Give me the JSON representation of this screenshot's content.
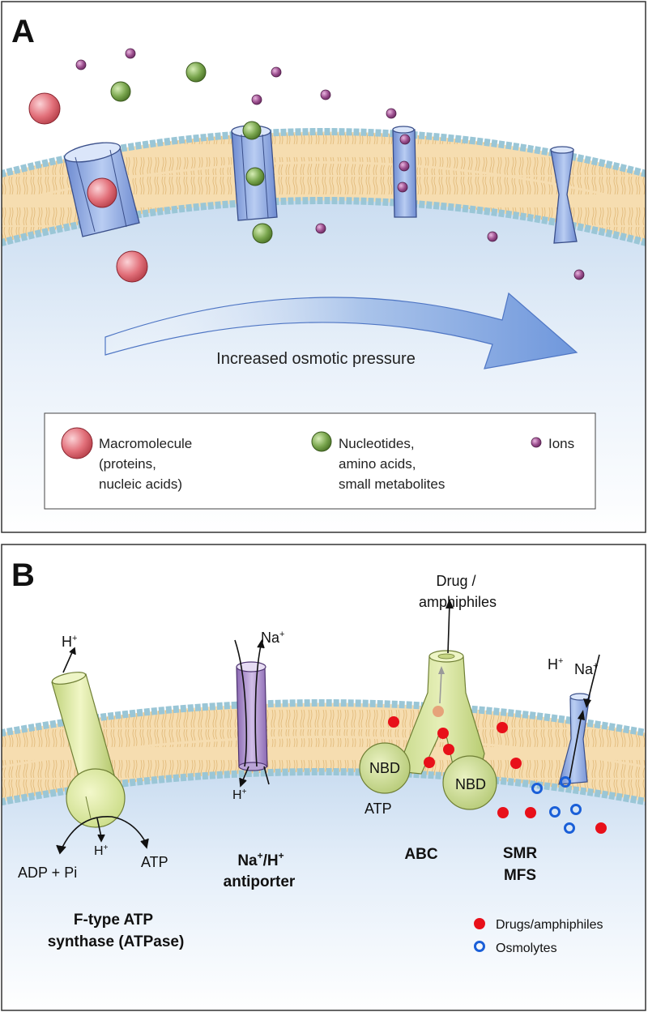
{
  "panel_a": {
    "letter": "A",
    "arrow_label": "Increased osmotic pressure",
    "legend": {
      "macromolecule": [
        "Macromolecule",
        "(proteins,",
        "nucleic acids)"
      ],
      "nucleotides": [
        "Nucleotides,",
        "amino acids,",
        "small metabolites"
      ],
      "ions": "Ions"
    }
  },
  "panel_b": {
    "letter": "B",
    "atpase": {
      "h_top": "H",
      "h_top_sup": "+",
      "h_bottom": "H",
      "h_bottom_sup": "+",
      "adp": "ADP + Pi",
      "atp": "ATP",
      "name": [
        "F-type ATP",
        "synthase (ATPase)"
      ]
    },
    "antiporter": {
      "na_top": "Na",
      "na_top_sup": "+",
      "h_bottom": "H",
      "h_bottom_sup": "+",
      "name_line1_a": "Na",
      "name_line1_sup1": "+",
      "name_line1_b": "/H",
      "name_line1_sup2": "+",
      "name_line2": "antiporter"
    },
    "abc": {
      "top_label": [
        "Drug /",
        "amphiphiles"
      ],
      "nbd_left": "NBD",
      "nbd_right": "NBD",
      "atp": "ATP",
      "name": "ABC"
    },
    "smr": {
      "h": "H",
      "h_sup": "+",
      "na": "Na",
      "na_sup": "+",
      "name": [
        "SMR",
        "MFS"
      ]
    },
    "legend": {
      "drugs": "Drugs/amphiphiles",
      "osmolytes": "Osmolytes"
    }
  },
  "colors": {
    "membrane_fill": "#f6ddb0",
    "lipid_head": "#9ac6d6",
    "cytoplasm": "#dde9f6",
    "channel": "#8fa9e0",
    "macromolecule": "#e2707a",
    "nucleotide": "#7aa64e",
    "ion": "#9b4e8e",
    "atpase": "#d8e79a",
    "antiporter": "#a889c8",
    "drug": "#e8101a",
    "osmolyte": "#1a5fd8"
  }
}
